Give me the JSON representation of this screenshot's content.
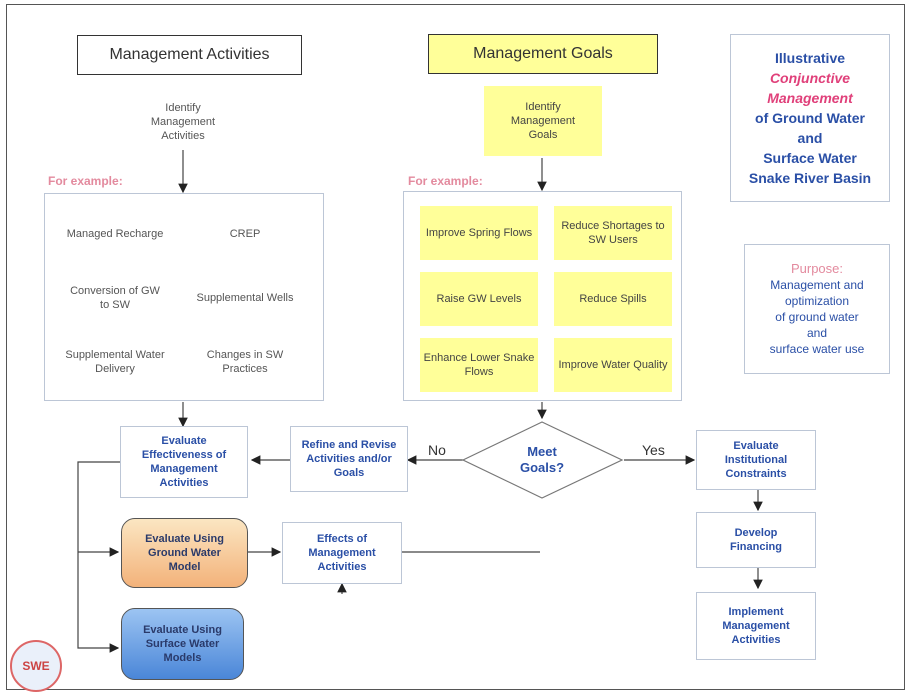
{
  "headers": {
    "activities": "Management Activities",
    "goals": "Management Goals"
  },
  "title_box": {
    "line1": "Illustrative",
    "line2": "Conjunctive",
    "line3": "Management",
    "line4": "of Ground Water",
    "line5": "and",
    "line6": "Surface Water",
    "line7": "Snake River Basin"
  },
  "purpose_box": {
    "label": "Purpose:",
    "text1": "Management and",
    "text2": "optimization",
    "text3": "of ground water",
    "text4": "and",
    "text5": "surface water use"
  },
  "identify_activities": "Identify Management Activities",
  "identify_goals": "Identify Management Goals",
  "for_example_left": "For example:",
  "for_example_right": "For example:",
  "activities": [
    "Managed Recharge",
    "CREP",
    "Conversion of GW to SW",
    "Supplemental Wells",
    "Supplemental Water Delivery",
    "Changes in SW Practices"
  ],
  "goals": [
    "Improve Spring Flows",
    "Reduce Shortages to SW Users",
    "Raise GW Levels",
    "Reduce Spills",
    "Enhance Lower Snake Flows",
    "Improve Water Quality"
  ],
  "flow": {
    "evaluate_effectiveness": "Evaluate Effectiveness of Management Activities",
    "refine_revise": "Refine and Revise Activities and/or Goals",
    "meet_goals": "Meet Goals?",
    "no": "No",
    "yes": "Yes",
    "evaluate_institutional": "Evaluate Institutional Constraints",
    "develop_financing": "Develop Financing",
    "implement": "Implement Management Activities",
    "gw_model": "Evaluate Using Ground Water Model",
    "effects": "Effects of Management Activities",
    "sw_models": "Evaluate Using Surface Water Models"
  },
  "logo_text": "SWE",
  "colors": {
    "yellow": "#ffff99",
    "blue_text": "#2a4fa6",
    "pink_text": "#e0407a",
    "orange_box": "#f3b27a",
    "blue_box": "#4a86d8"
  }
}
